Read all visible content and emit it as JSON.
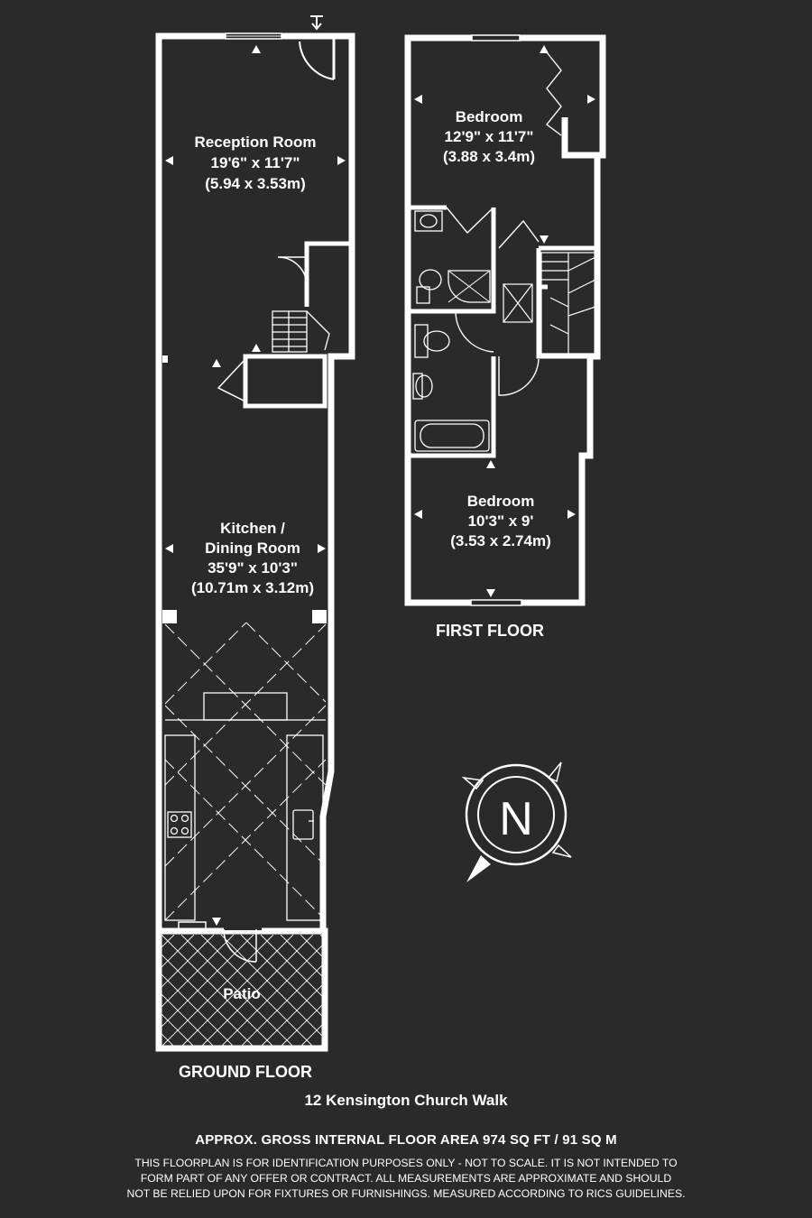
{
  "rooms": {
    "reception": {
      "name": "Reception Room",
      "imperial": "19'6\" x 11'7\"",
      "metric": "(5.94 x 3.53m)"
    },
    "kitchen": {
      "name_line1": "Kitchen /",
      "name_line2": "Dining Room",
      "imperial": "35'9\" x 10'3\"",
      "metric": "(10.71m x 3.12m)"
    },
    "patio": {
      "name": "Patio"
    },
    "bedroom1": {
      "name": "Bedroom",
      "imperial": "12'9\" x 11'7\"",
      "metric": "(3.88 x 3.4m)"
    },
    "bedroom2": {
      "name": "Bedroom",
      "imperial": "10'3\" x 9'",
      "metric": "(3.53 x 2.74m)"
    }
  },
  "floors": {
    "ground": "GROUND FLOOR",
    "first": "FIRST FLOOR"
  },
  "compass": {
    "letter": "N"
  },
  "footer": {
    "address": "12 Kensington Church Walk",
    "area": "APPROX. GROSS INTERNAL FLOOR AREA 974 SQ FT / 91 SQ M",
    "disclaimer": [
      "THIS FLOORPLAN IS FOR IDENTIFICATION PURPOSES ONLY - NOT TO SCALE. IT IS NOT INTENDED TO",
      "FORM PART OF ANY OFFER OR CONTRACT. ALL MEASUREMENTS ARE APPROXIMATE AND SHOULD",
      "NOT BE RELIED UPON FOR FIXTURES OR FURNISHINGS. MEASURED ACCORDING TO RICS GUIDELINES."
    ]
  },
  "colors": {
    "background": "#2a2a2a",
    "lines": "#ffffff"
  }
}
